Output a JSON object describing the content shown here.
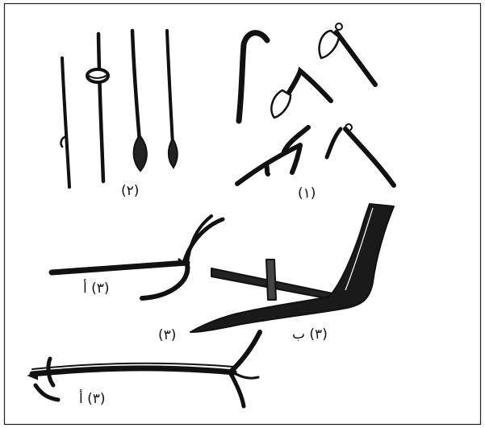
{
  "labels": {
    "group1": "(١)",
    "group2": "(٢)",
    "group3a_upper": "(٣) أ",
    "group3b": "(٣) ب",
    "group3": "(٣)",
    "group3a_lower": "(٣) أ"
  },
  "colors": {
    "ink": "#111111",
    "frame": "#222222",
    "background": "#ffffff"
  }
}
